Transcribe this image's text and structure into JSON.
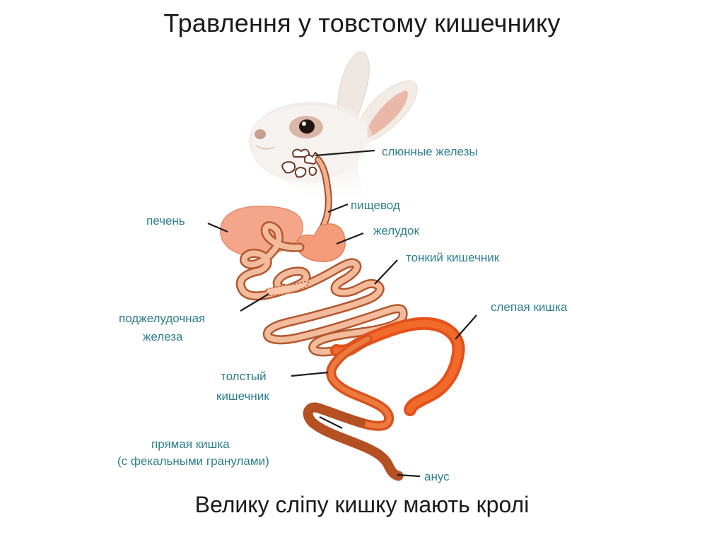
{
  "title": "Травлення у товстому кишечнику",
  "caption": "Велику сліпу кишку мають кролі",
  "labels": {
    "salivary_glands": "слюнные железы",
    "esophagus": "пищевод",
    "liver": "печень",
    "stomach": "желудок",
    "small_intestine": "тонкий кишечник",
    "pancreas_line1": "поджелудочная",
    "pancreas_line2": "железа",
    "cecum": "слепая кишка",
    "large_intestine_line1": "толстый",
    "large_intestine_line2": "кишечник",
    "rectum_line1": "прямая кишка",
    "rectum_line2": "(с фекальными гранулами)",
    "anus": "анус"
  },
  "colors": {
    "label_text": "#2f7f8e",
    "liver": "#f4a58a",
    "small_intestine": "#f0b595",
    "cecum": "#ee5a1a",
    "rectum": "#b85a28"
  }
}
